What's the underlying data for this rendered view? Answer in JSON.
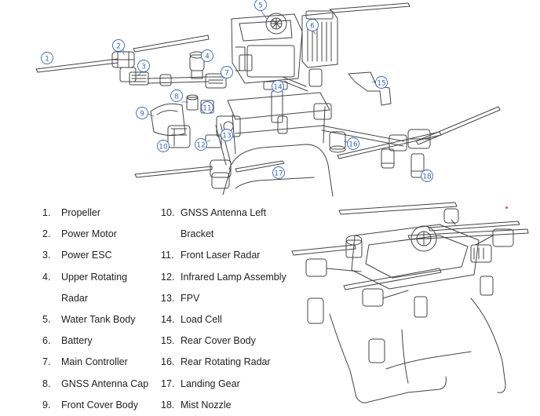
{
  "diagram": {
    "exploded_view": {
      "callouts": [
        "1",
        "2",
        "3",
        "4",
        "5",
        "6",
        "7",
        "8",
        "9",
        "10",
        "11",
        "12",
        "13",
        "14",
        "15",
        "16",
        "17",
        "18"
      ]
    }
  },
  "legend": {
    "column_a": [
      {
        "num": "1.",
        "label": "Propeller"
      },
      {
        "num": "2.",
        "label": "Power Motor"
      },
      {
        "num": "3.",
        "label": "Power ESC"
      },
      {
        "num": "4.",
        "label": "Upper Rotating",
        "continuation": "Radar"
      },
      {
        "num": "5.",
        "label": "Water Tank Body"
      },
      {
        "num": "6.",
        "label": "Battery"
      },
      {
        "num": "7.",
        "label": "Main Controller"
      },
      {
        "num": "8.",
        "label": "GNSS Antenna Cap"
      },
      {
        "num": "9.",
        "label": "Front Cover Body"
      }
    ],
    "column_b": [
      {
        "num": "10.",
        "label": "GNSS Antenna Left",
        "continuation": "Bracket"
      },
      {
        "num": "11.",
        "label": "Front Laser Radar"
      },
      {
        "num": "12.",
        "label": "Infrared Lamp Assembly"
      },
      {
        "num": "13.",
        "label": "FPV"
      },
      {
        "num": "14.",
        "label": "Load Cell"
      },
      {
        "num": "15.",
        "label": "Rear Cover Body"
      },
      {
        "num": "16.",
        "label": "Rear Rotating Radar"
      },
      {
        "num": "17.",
        "label": "Landing Gear"
      },
      {
        "num": "18.",
        "label": "Mist Nozzle"
      }
    ]
  },
  "colors": {
    "callout": "#3a66b8",
    "line": "#444444",
    "accent_dot": "#e05a2a"
  }
}
